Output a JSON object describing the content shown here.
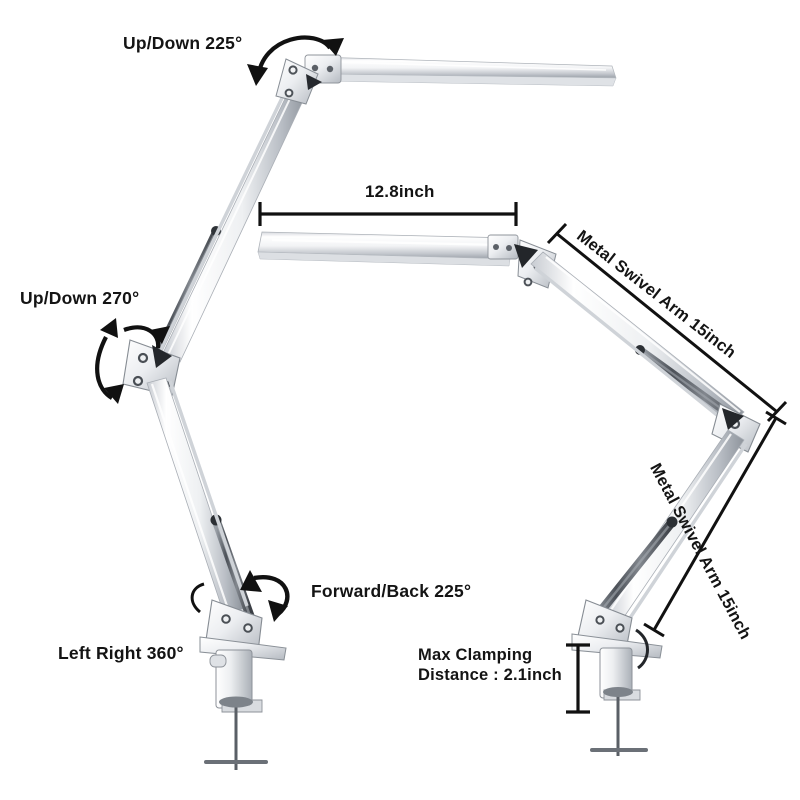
{
  "image": {
    "subject": "Architect swing-arm clamp desk lamp specification diagram",
    "background_color": "#ffffff",
    "text_color": "#141414",
    "metal_light": "#f4f5f7",
    "metal_mid": "#c9ccd2",
    "metal_dark": "#6f747c",
    "metal_shadow": "#2e3136"
  },
  "annotations": {
    "up_down_225": "Up/Down 225°",
    "up_down_270": "Up/Down 270°",
    "forward_back_225": "Forward/Back 225°",
    "left_right_360": "Left Right 360°",
    "head_length": "12.8inch",
    "arm_upper": "Metal Swivel Arm 15inch",
    "arm_lower": "Metal Swivel Arm 15inch",
    "max_clamping_line1": "Max Clamping",
    "max_clamping_line2": "Distance : 2.1inch"
  },
  "specs": {
    "head_bar_length_inch": 12.8,
    "upper_arm_length_inch": 15,
    "lower_arm_length_inch": 15,
    "max_clamping_distance_inch": 2.1,
    "head_tilt_degrees": 225,
    "elbow_range_degrees": 270,
    "base_forward_back_degrees": 225,
    "base_rotation_degrees": 360
  },
  "icons": {
    "rotation_arrow_top": "double-curved-arrow-icon",
    "rotation_arrow_elbow": "double-curved-arrow-icon",
    "rotation_arrow_base": "double-curved-arrow-icon",
    "dimension_line_horizontal": "dimension-line-icon",
    "dimension_line_vertical": "dimension-line-icon",
    "dimension_line_arm_upper": "dimension-line-icon",
    "dimension_line_arm_lower": "dimension-line-icon"
  }
}
